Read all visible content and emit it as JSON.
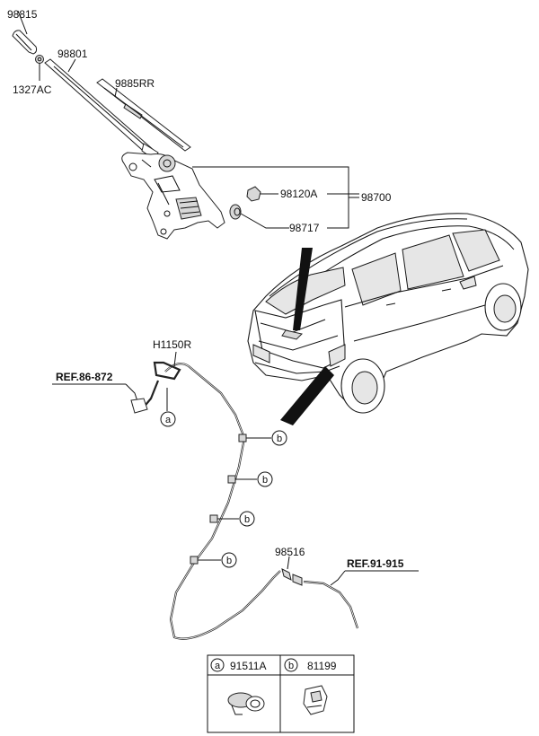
{
  "parts": {
    "p98815": "98815",
    "p1327AC": "1327AC",
    "p98801": "98801",
    "p9885RR": "9885RR",
    "p98120A": "98120A",
    "p98700": "98700",
    "p98717": "98717",
    "pH1150R": "H1150R",
    "p98516": "98516"
  },
  "refs": {
    "ref_left": "REF.86-872",
    "ref_right": "REF.91-915"
  },
  "callouts": {
    "a": "a",
    "b": "b"
  },
  "legend": {
    "a_letter": "a",
    "a_part": "91511A",
    "b_letter": "b",
    "b_part": "81199"
  }
}
